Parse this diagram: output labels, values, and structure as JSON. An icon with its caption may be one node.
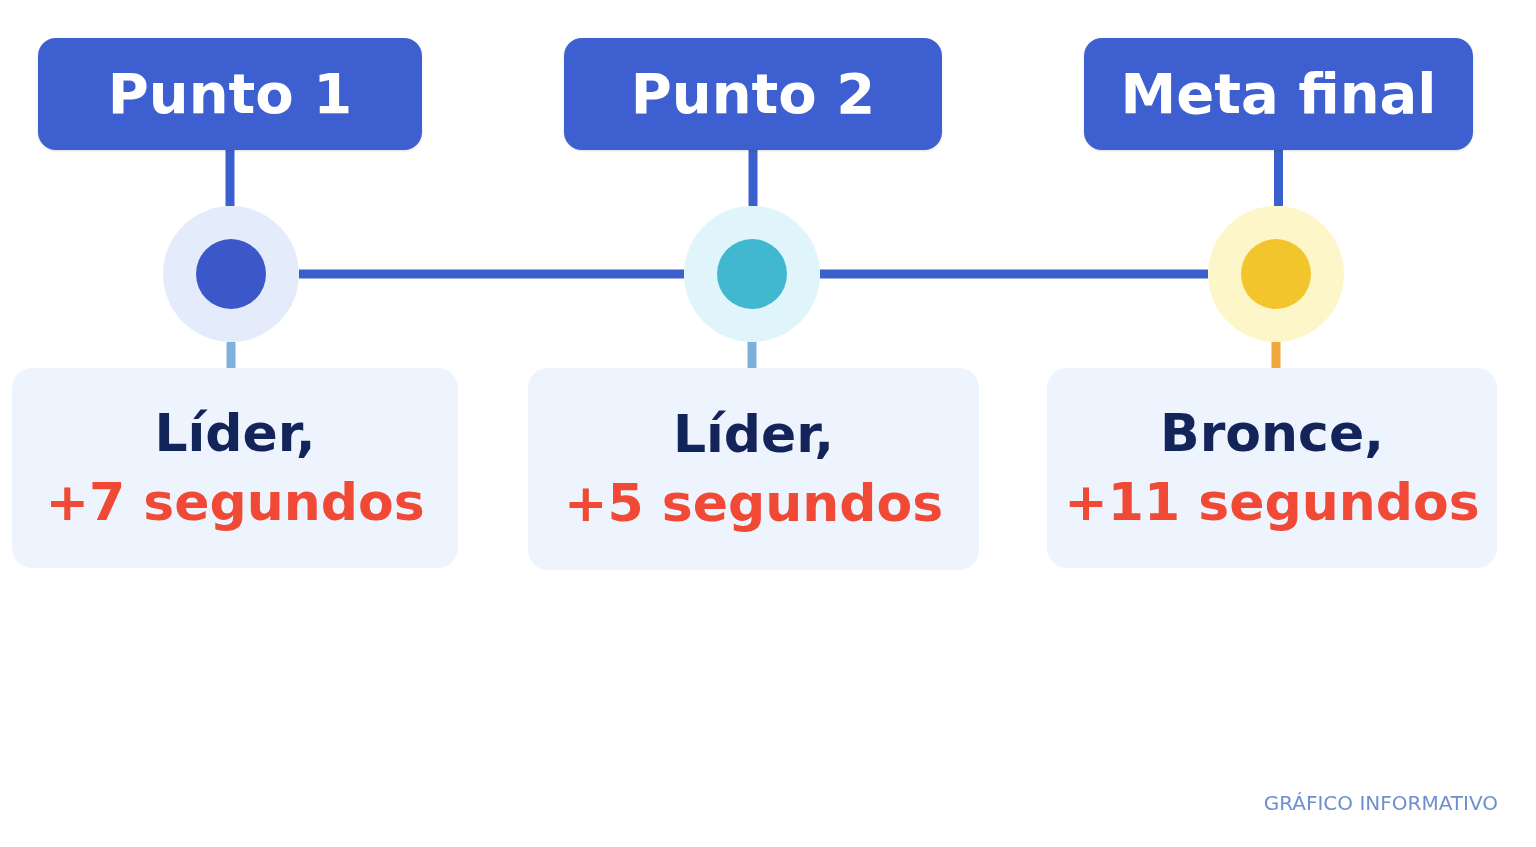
{
  "diagram": {
    "nodes": [
      {
        "text": [
          "Punto 1"
        ]
      },
      {
        "text": [
          "Punto 2"
        ]
      },
      {
        "text": [
          "Meta final"
        ]
      },
      {
        "text": [],
        "shape": "circle"
      },
      {
        "text": [],
        "shape": "circle"
      },
      {
        "text": [],
        "shape": "circle"
      },
      {
        "text": [
          "Líder,",
          "+7 segundos"
        ]
      },
      {
        "text": [
          "Líder,",
          "+5 segundos"
        ]
      },
      {
        "text": [
          "Bronce,",
          "+11 segundos"
        ]
      }
    ],
    "edges": [
      {
        "from": 0,
        "to": 3,
        "arrow": "none"
      },
      {
        "from": 1,
        "to": 4,
        "arrow": "none"
      },
      {
        "from": 2,
        "to": 5,
        "arrow": "none"
      },
      {
        "from": 3,
        "to": 4,
        "arrow": "none"
      },
      {
        "from": 4,
        "to": 5,
        "arrow": "none"
      },
      {
        "from": 3,
        "to": 6,
        "arrow": "none",
        "color": "#7fb0dc"
      },
      {
        "from": 4,
        "to": 7,
        "arrow": "none",
        "color": "#7fb0dc"
      },
      {
        "from": 5,
        "to": 8,
        "arrow": "none",
        "color": "#f0a83a"
      }
    ],
    "labels": [
      "GRÁFICO INFORMATIVO"
    ]
  }
}
